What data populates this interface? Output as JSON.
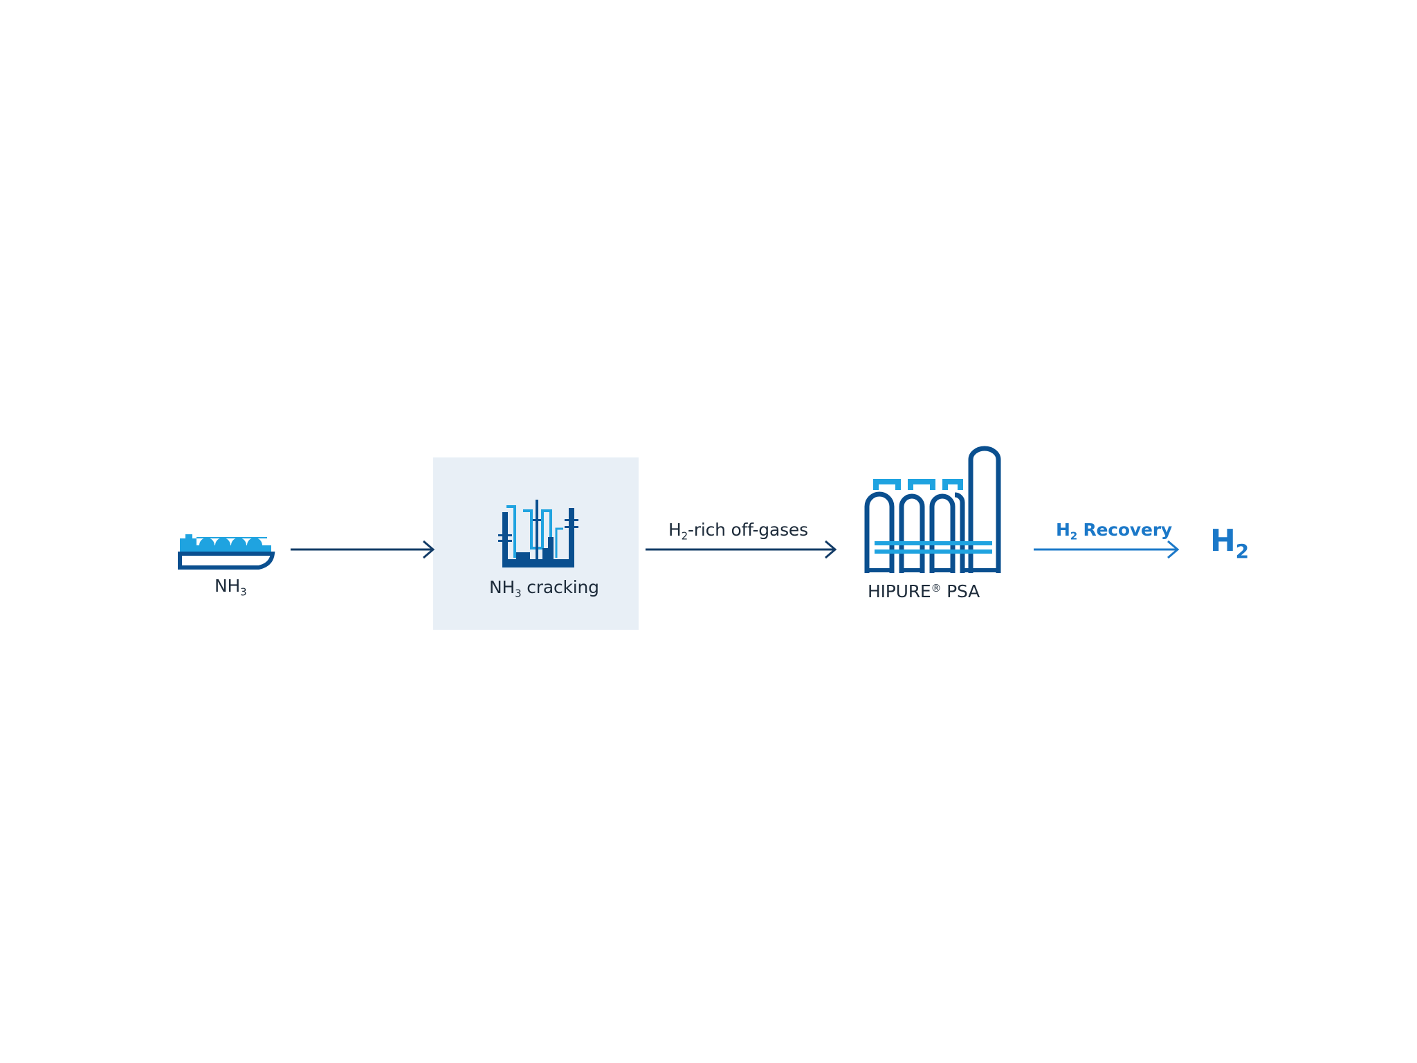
{
  "nodes": {
    "source": {
      "label": "NH",
      "sub": "3"
    },
    "cracking": {
      "label_pre": "NH",
      "label_sub": "3",
      "label_post": " cracking"
    },
    "psa": {
      "label_pre": "HIPURE",
      "label_sup": "®",
      "label_post": " PSA"
    },
    "product": {
      "label": "H",
      "sub": "2"
    }
  },
  "edges": {
    "offgas": {
      "label_pre": "H",
      "label_sub": "2",
      "label_post": "-rich off-gases"
    },
    "recovery": {
      "label_pre": "H",
      "label_sub": "2",
      "label_post": " Recovery"
    }
  },
  "colors": {
    "dark_blue": "#0a4f8f",
    "light_blue": "#1fa3e0",
    "accent_blue": "#1b78c8",
    "arrow": "#123b66",
    "box_bg": "#e8eff6"
  }
}
